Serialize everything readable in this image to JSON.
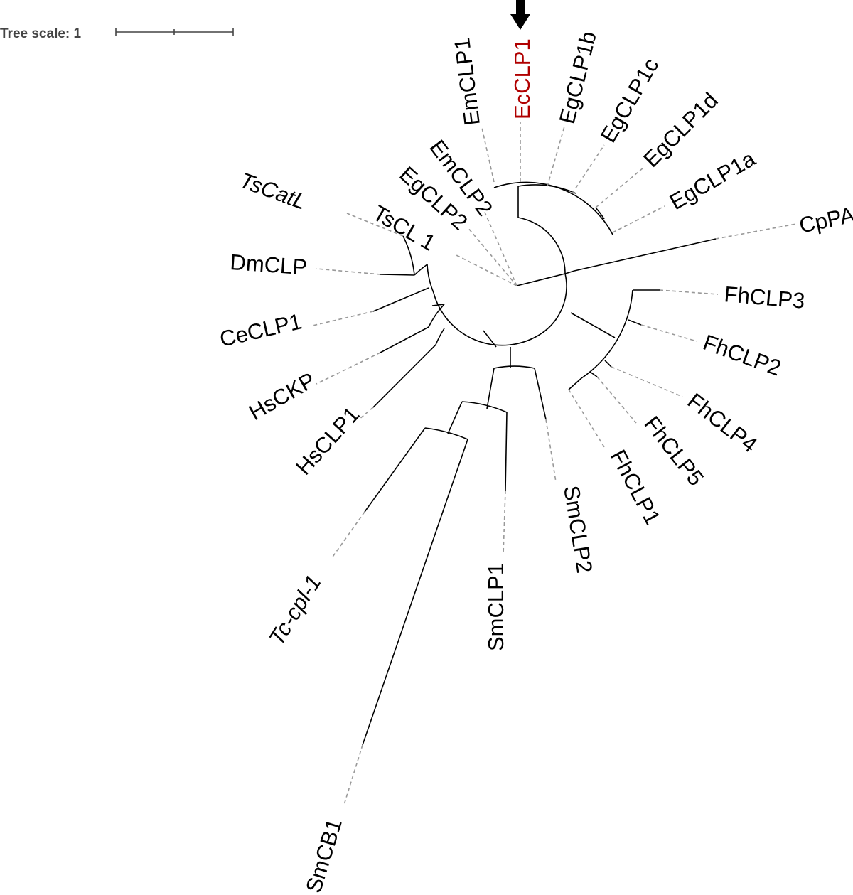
{
  "scale": {
    "label": "Tree scale: 1"
  },
  "colors": {
    "highlight": "#b00000",
    "branch": "#000000",
    "dash": "#999999",
    "arrow": "#000000"
  },
  "highlighted_leaf": "EcCLP1",
  "leaves": [
    {
      "id": "emclp1",
      "label": "EmCLP1"
    },
    {
      "id": "ecclp1",
      "label": "EcCLP1"
    },
    {
      "id": "egclp1b",
      "label": "EgCLP1b"
    },
    {
      "id": "egclp1c",
      "label": "EgCLP1c"
    },
    {
      "id": "egclp1d",
      "label": "EgCLP1d"
    },
    {
      "id": "egclp1a",
      "label": "EgCLP1a"
    },
    {
      "id": "cppap",
      "label": "CpPAP"
    },
    {
      "id": "fhclp3",
      "label": "FhCLP3"
    },
    {
      "id": "fhclp2",
      "label": "FhCLP2"
    },
    {
      "id": "fhclp4",
      "label": "FhCLP4"
    },
    {
      "id": "fhclp5",
      "label": "FhCLP5"
    },
    {
      "id": "fhclp1",
      "label": "FhCLP1"
    },
    {
      "id": "smclp2",
      "label": "SmCLP2"
    },
    {
      "id": "smclp1",
      "label": "SmCLP1"
    },
    {
      "id": "smcb1",
      "label": "SmCB1"
    },
    {
      "id": "tc-cpl-1",
      "label": "Tc-cpl-1"
    },
    {
      "id": "hsclp1",
      "label": "HsCLP1"
    },
    {
      "id": "hsckp",
      "label": "HsCKP"
    },
    {
      "id": "ceclp1",
      "label": "CeCLP1"
    },
    {
      "id": "dmclp",
      "label": "DmCLP"
    },
    {
      "id": "tscatl",
      "label": "TsCatL"
    },
    {
      "id": "tscl1",
      "label": "TsCL 1"
    },
    {
      "id": "egclp2",
      "label": "EgCLP2"
    },
    {
      "id": "emclp2",
      "label": "EmCLP2"
    }
  ]
}
